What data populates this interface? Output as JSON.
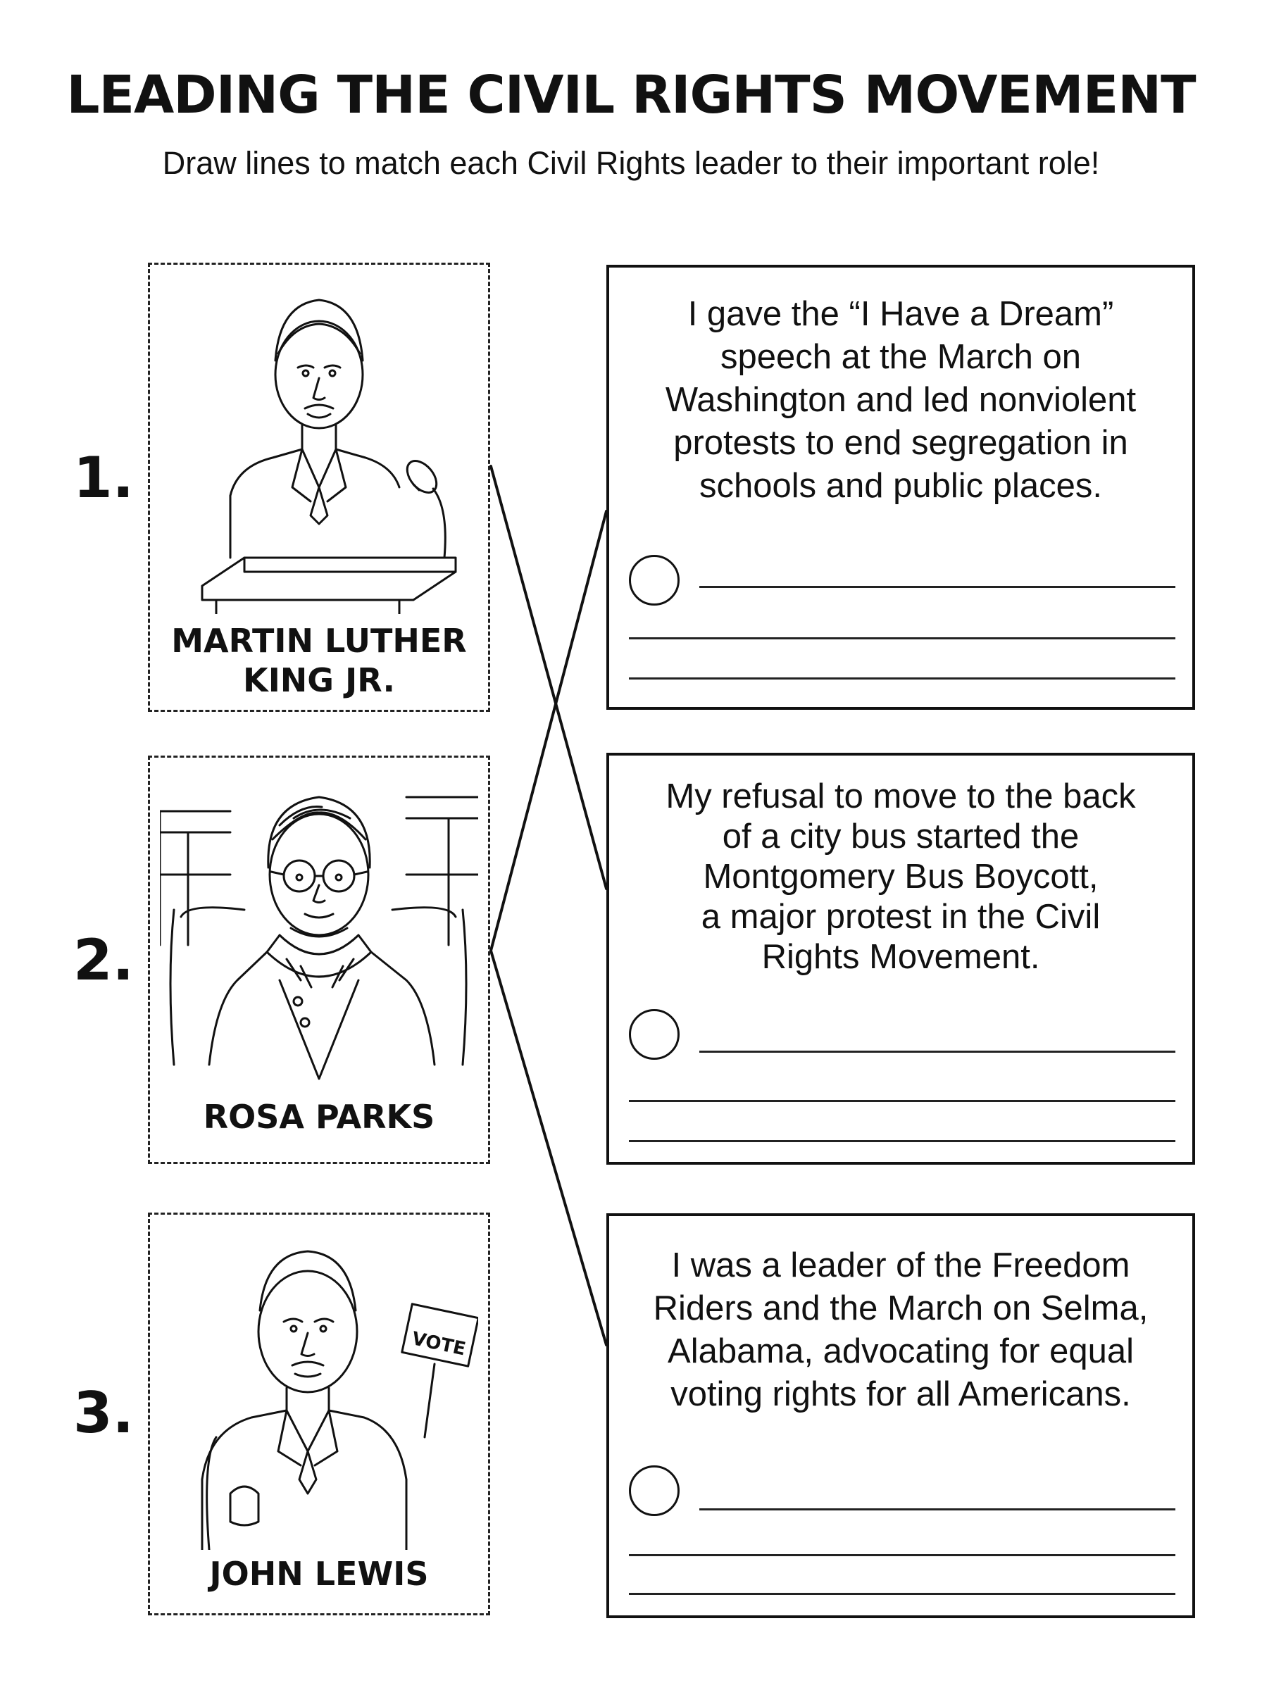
{
  "worksheet": {
    "title": "LEADING THE CIVIL RIGHTS MOVEMENT",
    "subtitle": "Draw lines to match each Civil Rights leader to their important role!"
  },
  "leaders": [
    {
      "number": "1.",
      "name_line1": "MARTIN LUTHER",
      "name_line2": "KING JR.",
      "icon": "speaker-at-podium-icon"
    },
    {
      "number": "2.",
      "name_line1": "ROSA PARKS",
      "icon": "woman-on-bus-seat-icon"
    },
    {
      "number": "3.",
      "name_line1": "JOHN LEWIS",
      "icon": "man-with-vote-sign-icon",
      "sign_text": "VOTE"
    }
  ],
  "roles": [
    {
      "lines": [
        "I gave the “I Have a Dream”",
        "speech at the March on",
        "Washington and led nonviolent",
        "protests to end segregation in",
        "schools and public places."
      ]
    },
    {
      "lines": [
        "My refusal to move to the back",
        "of a city bus started the",
        "Montgomery Bus Boycott,",
        "a major protest in the Civil",
        "Rights Movement."
      ]
    },
    {
      "lines": [
        "I was a leader of the Freedom",
        "Riders and the March on Selma,",
        "Alabama, advocating for equal",
        "voting rights for all Americans."
      ]
    }
  ],
  "colors": {
    "ink": "#111111",
    "background": "#ffffff"
  }
}
